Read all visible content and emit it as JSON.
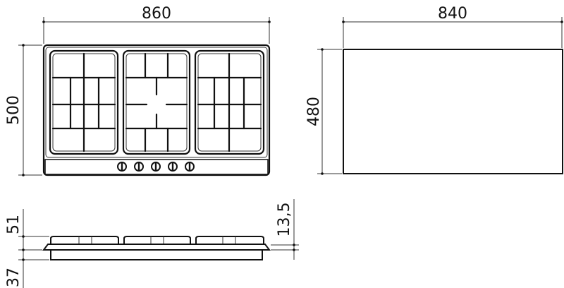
{
  "dimensions": {
    "hob_width": "860",
    "hob_depth": "500",
    "cutout_width": "840",
    "cutout_depth": "480",
    "top_height": "51",
    "glass_thickness": "13,5",
    "below_height": "37"
  },
  "knobs": {
    "count": 5
  },
  "colors": {
    "line": "#111111",
    "background": "#ffffff"
  }
}
